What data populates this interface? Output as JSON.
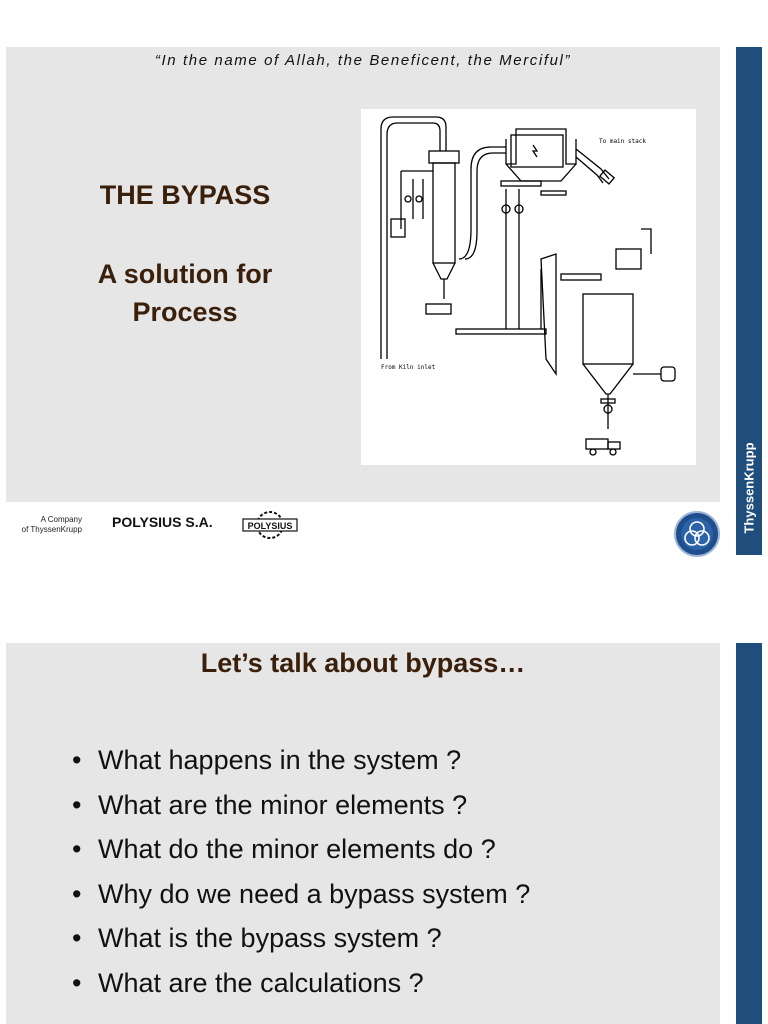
{
  "slide1": {
    "quote": "“In the name of Allah, the Beneficent, the Merciful”",
    "title": "THE BYPASS",
    "subtitle_line1": "A solution for",
    "subtitle_line2": "Process",
    "diagram": {
      "label_to_main_stack": "To main stack",
      "label_from_kiln_inlet": "From Kiln inlet"
    },
    "footer": {
      "company_line1": "A Company",
      "company_line2": "of ThyssenKrupp",
      "name": "POLYSIUS S.A.",
      "logo_text": "POLYSIUS"
    },
    "brand_vertical": "ThyssenKrupp"
  },
  "slide2": {
    "title": "Let’s talk about bypass…",
    "bullets": [
      "What happens in the system ?",
      "What are the minor elements ?",
      "What do the minor elements do ?",
      "Why do we need a bypass system ?",
      "What is the bypass system ?",
      "What are the calculations ?"
    ]
  },
  "colors": {
    "slide_bg": "#e6e6e6",
    "side_bar": "#1f4e7c",
    "title_text": "#3a1f0a"
  }
}
